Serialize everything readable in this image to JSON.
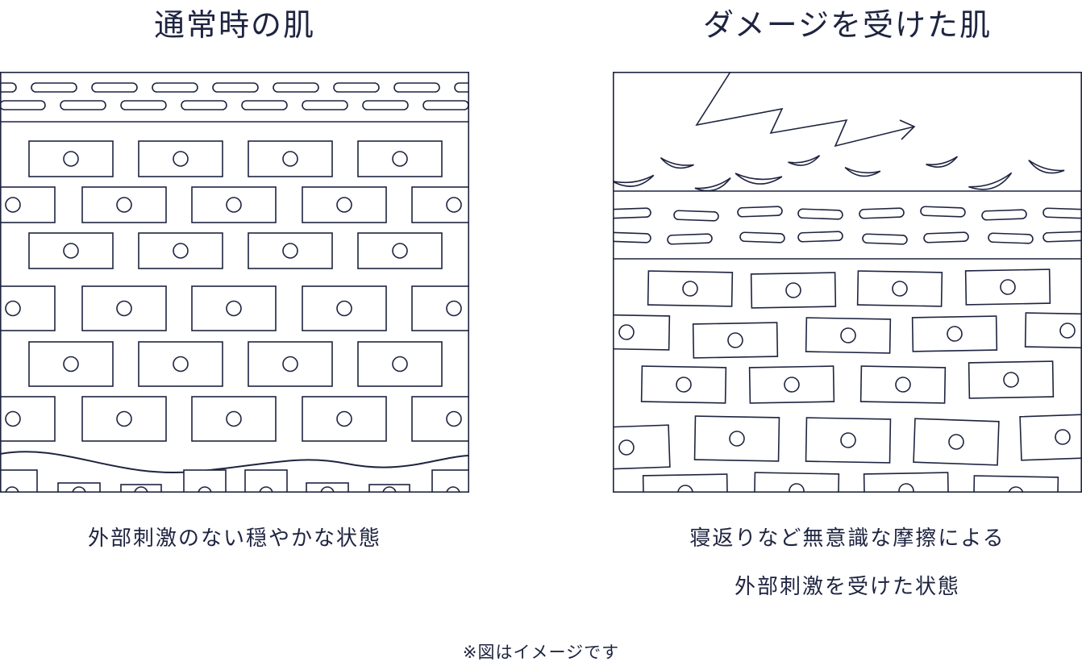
{
  "normal": {
    "title": "通常時の肌",
    "caption": "外部刺激のない穏やかな状態"
  },
  "damaged": {
    "title": "ダメージを受けた肌",
    "caption_line1": "寝返りなど無意識な摩擦による",
    "caption_line2": "外部刺激を受けた状態"
  },
  "note": "※図はイメージです",
  "colors": {
    "line": "#1e2440",
    "background": "#ffffff"
  }
}
